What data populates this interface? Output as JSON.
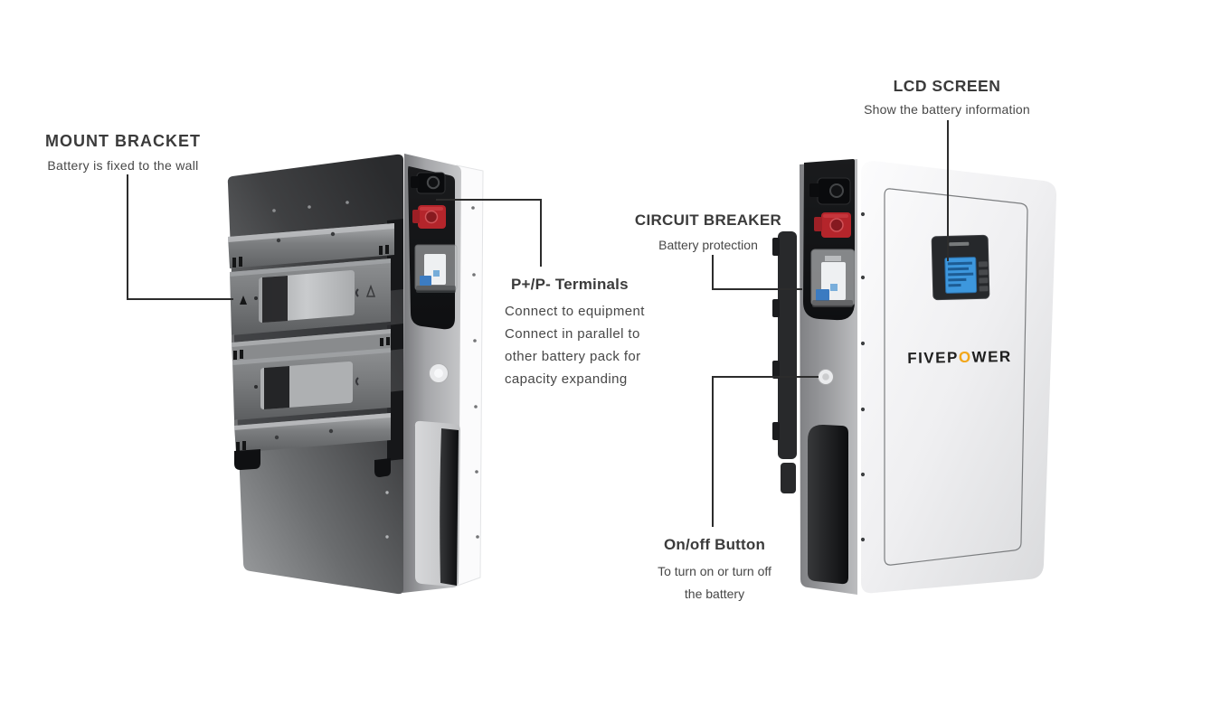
{
  "page": {
    "background": "#ffffff"
  },
  "brand": {
    "prefix": "FIVEP",
    "o": "O",
    "suffix": "WER"
  },
  "annotations": {
    "mount_bracket": {
      "title": "MOUNT BRACKET",
      "description": "Battery is fixed to the wall"
    },
    "lcd_screen": {
      "title": "LCD SCREEN",
      "description": "Show the battery information"
    },
    "circuit_breaker": {
      "title": "CIRCUIT BREAKER",
      "description": "Battery protection"
    },
    "terminals": {
      "title": "P+/P- Terminals",
      "lines": [
        "Connect to equipment",
        "Connect in parallel to",
        "other battery pack for",
        "capacity expanding"
      ]
    },
    "on_off_button": {
      "title": "On/off Button",
      "lines": [
        "To turn on or turn off",
        "the battery"
      ]
    }
  },
  "colors": {
    "accent_orange": "#F2A71B",
    "callout_line": "#2C2C2C",
    "title_text": "#3B3B3B",
    "body_text": "#474747",
    "terminal_red": "#B4252B",
    "lcd_blue": "#3D97DD"
  }
}
